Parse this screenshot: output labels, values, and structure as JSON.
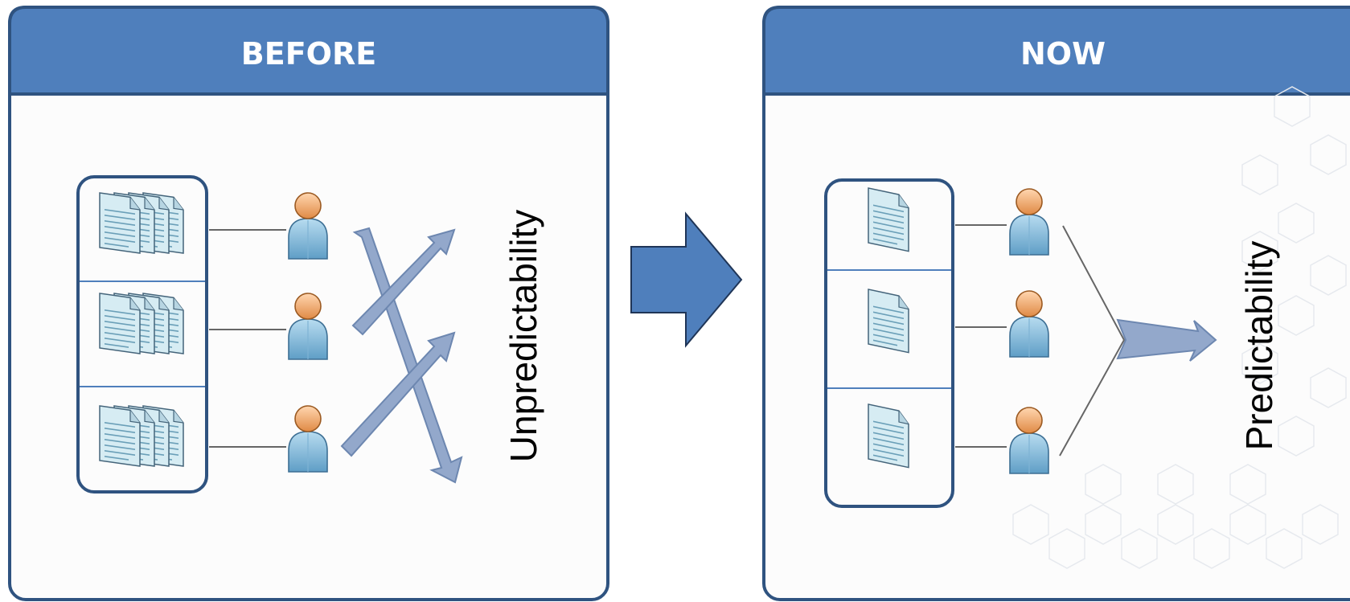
{
  "panels": {
    "before": {
      "title": "BEFORE",
      "label": "Unpredictability"
    },
    "now": {
      "title": "NOW",
      "label": "Predictability"
    }
  },
  "colors": {
    "header": "#4f7fbc",
    "border": "#2f5380",
    "panel_bg": "#fcfcfc",
    "arrow_fill": "#93a8cb",
    "arrow_stroke": "#6d87b0",
    "big_arrow": "#4f7fbc",
    "doc_fill": "#d6ecf3",
    "doc_lines": "#6a9fb8"
  },
  "icons": {
    "document_stack": "document-stack-icon",
    "document": "document-icon",
    "user": "user-icon",
    "transition_arrow": "right-arrow-icon"
  }
}
